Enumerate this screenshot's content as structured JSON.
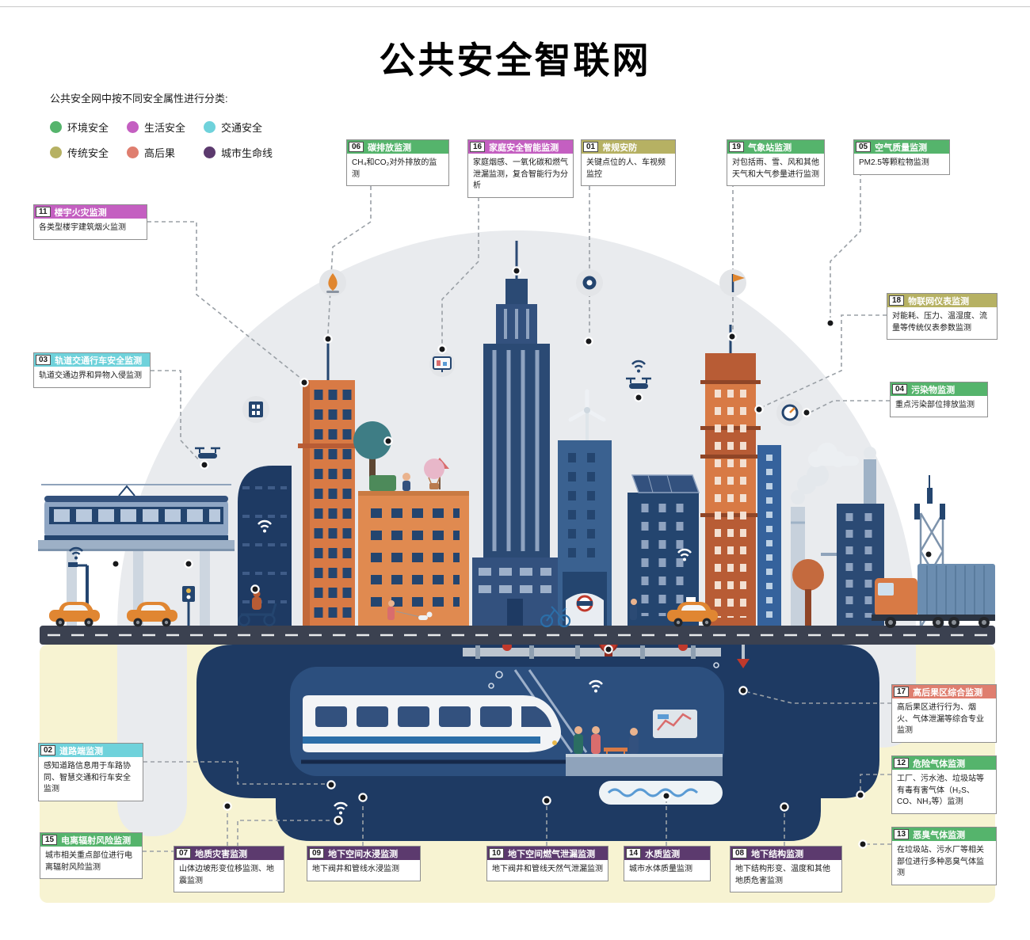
{
  "title": "公共安全智联网",
  "legend": {
    "intro": "公共安全网中按不同安全属性进行分类:",
    "items": [
      {
        "label": "环境安全",
        "color": "#55b46c"
      },
      {
        "label": "生活安全",
        "color": "#c45fc1"
      },
      {
        "label": "交通安全",
        "color": "#6fd2db"
      },
      {
        "label": "传统安全",
        "color": "#b6b163"
      },
      {
        "label": "高后果",
        "color": "#df7e6f"
      },
      {
        "label": "城市生命线",
        "color": "#5c3a6e"
      }
    ]
  },
  "callouts": [
    {
      "num": "06",
      "title": "碳排放监测",
      "desc": "CH₄和CO₂对外排放的监测",
      "color": "#55b46c"
    },
    {
      "num": "16",
      "title": "家庭安全智能监测",
      "desc": "家庭烟感、一氧化碳和燃气泄漏监测，复合智能行为分析",
      "color": "#c45fc1"
    },
    {
      "num": "01",
      "title": "常规安防",
      "desc": "关键点位的人、车视频监控",
      "color": "#b6b163"
    },
    {
      "num": "19",
      "title": "气象站监测",
      "desc": "对包括雨、雪、风和其他天气和大气参量进行监测",
      "color": "#55b46c"
    },
    {
      "num": "05",
      "title": "空气质量监测",
      "desc": "PM2.5等颗粒物监测",
      "color": "#55b46c"
    },
    {
      "num": "11",
      "title": "楼宇火灾监测",
      "desc": "各类型楼宇建筑烟火监测",
      "color": "#c45fc1"
    },
    {
      "num": "03",
      "title": "轨道交通行车安全监测",
      "desc": "轨道交通边界和异物入侵监测",
      "color": "#6fd2db"
    },
    {
      "num": "18",
      "title": "物联网仪表监测",
      "desc": "对能耗、压力、温湿度、流量等传统仪表参数监测",
      "color": "#b6b163"
    },
    {
      "num": "04",
      "title": "污染物监测",
      "desc": "重点污染部位排放监测",
      "color": "#55b46c"
    },
    {
      "num": "17",
      "title": "高后果区综合监测",
      "desc": "高后果区进行行为、烟火、气体泄漏等综合专业监测",
      "color": "#df7e6f"
    },
    {
      "num": "12",
      "title": "危险气体监测",
      "desc": "工厂、污水池、垃圾站等有毒有害气体（H₂S、CO、NH₃等）监测",
      "color": "#55b46c"
    },
    {
      "num": "13",
      "title": "恶臭气体监测",
      "desc": "在垃圾站、污水厂等相关部位进行多种恶臭气体监测",
      "color": "#55b46c"
    },
    {
      "num": "02",
      "title": "道路端监测",
      "desc": "感知道路信息用于车路协同、智慧交通和行车安全监测",
      "color": "#6fd2db"
    },
    {
      "num": "15",
      "title": "电离辐射风险监测",
      "desc": "城市相关重点部位进行电离辐射风险监测",
      "color": "#55b46c"
    },
    {
      "num": "07",
      "title": "地质灾害监测",
      "desc": "山体边坡形变位移监测、地震监测",
      "color": "#5c3a6e"
    },
    {
      "num": "09",
      "title": "地下空间水浸监测",
      "desc": "地下阀井和管线水浸监测",
      "color": "#5c3a6e"
    },
    {
      "num": "10",
      "title": "地下空间燃气泄漏监测",
      "desc": "地下阀井和管线天然气泄漏监测",
      "color": "#5c3a6e"
    },
    {
      "num": "14",
      "title": "水质监测",
      "desc": "城市水体质量监测",
      "color": "#5c3a6e"
    },
    {
      "num": "08",
      "title": "地下结构监测",
      "desc": "地下结构形变、温度和其他地质危害监测",
      "color": "#5c3a6e"
    }
  ],
  "icons": [
    "flame-icon",
    "surveillance-camera-icon",
    "wind-vane-icon",
    "monitor-icon",
    "gauge-icon",
    "building-icon",
    "drone-icon",
    "wifi-icon",
    "balloon-icon",
    "cloud-icon",
    "sensor-dot"
  ]
}
